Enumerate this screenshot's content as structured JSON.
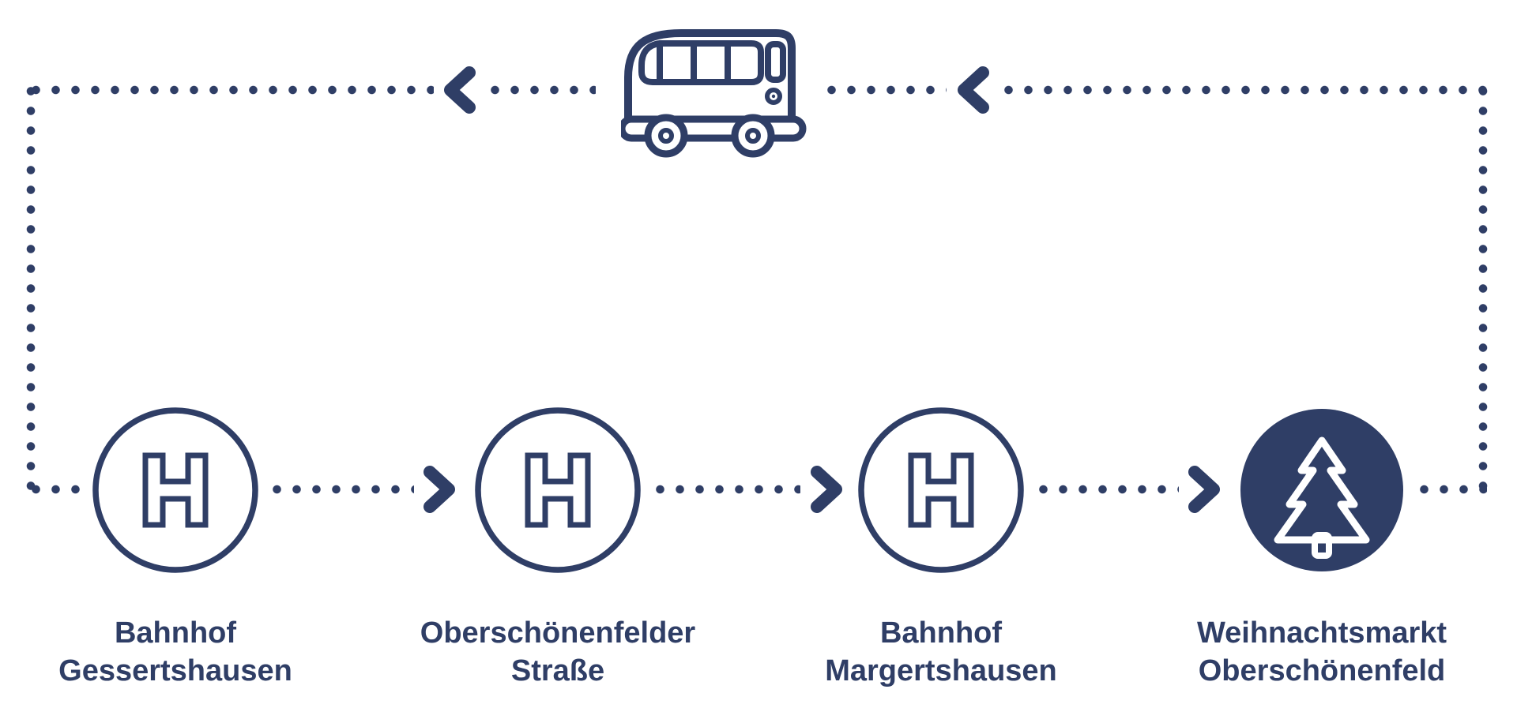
{
  "colors": {
    "navy": "#2f3e66",
    "white": "#ffffff"
  },
  "diagram": {
    "vehicle_icon": "bus-icon",
    "bus_stop_letter": "H",
    "route_arrows": {
      "bottom_direction": "right",
      "top_direction": "left"
    },
    "stops": [
      {
        "icon": "bus-stop-h-icon",
        "name_line1": "Bahnhof",
        "name_line2": "Gessertshausen"
      },
      {
        "icon": "bus-stop-h-icon",
        "name_line1": "Oberschönenfelder",
        "name_line2": "Straße"
      },
      {
        "icon": "bus-stop-h-icon",
        "name_line1": "Bahnhof",
        "name_line2": "Margertshausen"
      },
      {
        "icon": "christmas-tree-icon",
        "name_line1": "Weihnachtsmarkt",
        "name_line2": "Oberschönenfeld"
      }
    ]
  }
}
